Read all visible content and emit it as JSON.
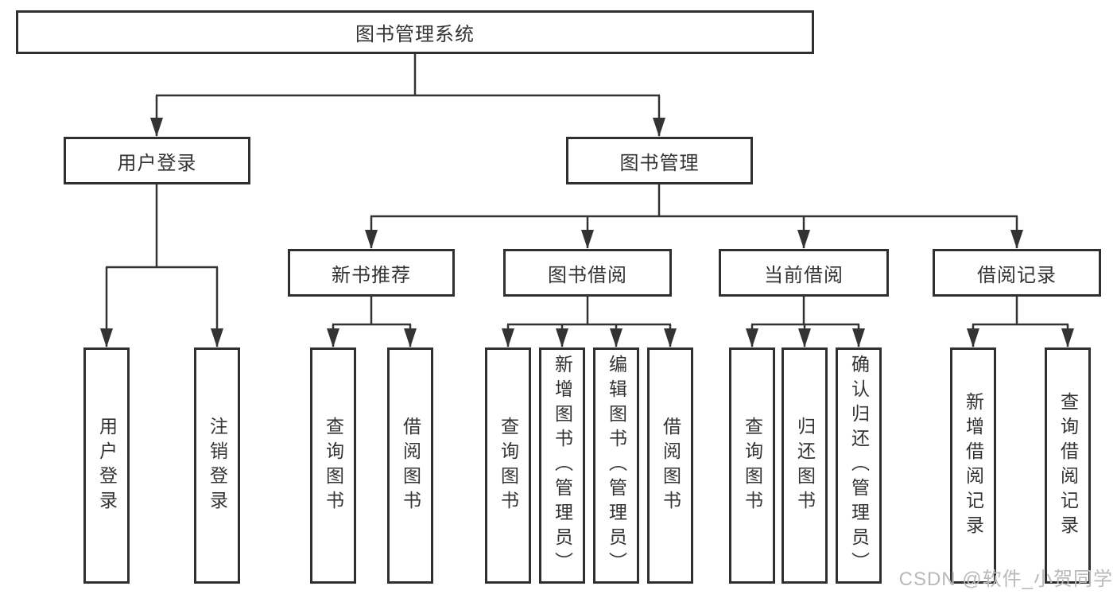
{
  "tree": {
    "label": "图书管理系统",
    "children": [
      {
        "label": "用户登录",
        "children": [
          {
            "label": "用户登录"
          },
          {
            "label": "注销登录"
          }
        ]
      },
      {
        "label": "图书管理",
        "children": [
          {
            "label": "新书推荐",
            "children": [
              {
                "label": "查询图书"
              },
              {
                "label": "借阅图书"
              }
            ]
          },
          {
            "label": "图书借阅",
            "children": [
              {
                "label": "查询图书"
              },
              {
                "label": "新增图书（管理员）"
              },
              {
                "label": "编辑图书（管理员）"
              },
              {
                "label": "借阅图书"
              }
            ]
          },
          {
            "label": "当前借阅",
            "children": [
              {
                "label": "查询图书"
              },
              {
                "label": "归还图书"
              },
              {
                "label": "确认归还（管理员）"
              }
            ]
          },
          {
            "label": "借阅记录",
            "children": [
              {
                "label": "新增借阅记录"
              },
              {
                "label": "查询借阅记录"
              }
            ]
          }
        ]
      }
    ]
  },
  "watermark": {
    "text": "CSDN @软件_小贺同学"
  },
  "colors": {
    "line": "#333333",
    "box_border": "#2f2f2f",
    "box_fill": "#ffffff",
    "text": "#333333",
    "watermark": "#b9b9b9",
    "background": "#ffffff"
  }
}
